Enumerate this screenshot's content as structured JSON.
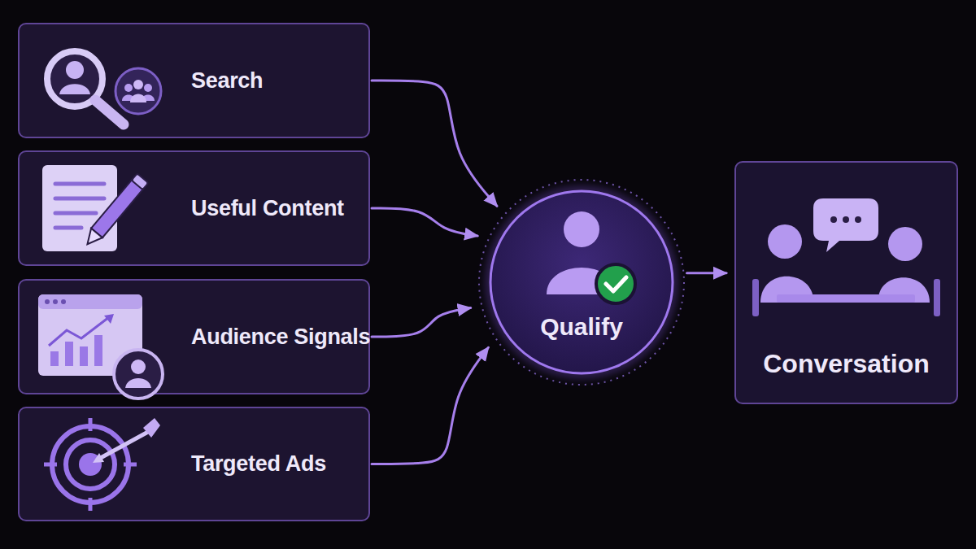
{
  "diagram": {
    "nodes": [
      {
        "text": [
          "Search"
        ]
      },
      {
        "text": [
          "Useful Content"
        ]
      },
      {
        "text": [
          "Audience Signals"
        ]
      },
      {
        "text": [
          "Targeted Ads"
        ]
      },
      {
        "text": [
          "Qualify"
        ]
      },
      {
        "text": [
          "Conversation"
        ]
      }
    ],
    "edges": [
      {
        "from": 0,
        "to": 4,
        "arrow": "to"
      },
      {
        "from": 1,
        "to": 4,
        "arrow": "to"
      },
      {
        "from": 2,
        "to": 4,
        "arrow": "to"
      },
      {
        "from": 3,
        "to": 4,
        "arrow": "to"
      },
      {
        "from": 4,
        "to": 5,
        "arrow": "to"
      }
    ]
  }
}
